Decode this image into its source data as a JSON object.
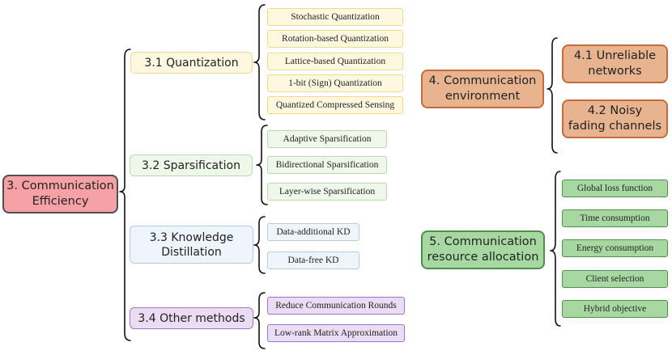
{
  "diagram": {
    "root": {
      "label": "3. Communication\nEfficiency"
    },
    "branches": [
      {
        "id": "quantization",
        "label": "3.1 Quantization",
        "leaves": [
          "Stochastic Quantization",
          "Rotation-based Quantization",
          "Lattice-based Quantization",
          "1-bit (Sign) Quantization",
          "Quantized Compressed Sensing"
        ]
      },
      {
        "id": "sparsification",
        "label": "3.2 Sparsification",
        "leaves": [
          "Adaptive Sparsification",
          "Bidirectional Sparsification",
          "Layer-wise Sparsification"
        ]
      },
      {
        "id": "knowledge-distillation",
        "label": "3.3 Knowledge\nDistillation",
        "leaves": [
          "Data-additional KD",
          "Data-free KD"
        ]
      },
      {
        "id": "other-methods",
        "label": "3.4 Other methods",
        "leaves": [
          "Reduce Communication Rounds",
          "Low-rank Matrix Approximation"
        ]
      }
    ],
    "environment": {
      "label": "4. Communication\nenvironment",
      "leaves": [
        "4.1 Unreliable\nnetworks",
        "4.2 Noisy\nfading channels"
      ]
    },
    "resource": {
      "label": "5. Communication\nresource allocation",
      "leaves": [
        "Global loss function",
        "Time consumption",
        "Energy consumption",
        "Client selection",
        "Hybrid objective"
      ]
    }
  },
  "colors": {
    "root_fill": "#f6a1a6",
    "root_border": "#4f4f4f",
    "quantization_fill": "#fff8e1",
    "quantization_border": "#f3d98a",
    "sparsification_fill": "#eef7ea",
    "sparsification_border": "#b9dcae",
    "kd_fill": "#eef5fc",
    "kd_border": "#b3cde9",
    "other_fill": "#e9dcf3",
    "other_border": "#a276c4",
    "environment_fill": "#e8b48f",
    "environment_border": "#c56a3c",
    "resource_fill": "#a8d8a2",
    "resource_border": "#4f8f49"
  }
}
